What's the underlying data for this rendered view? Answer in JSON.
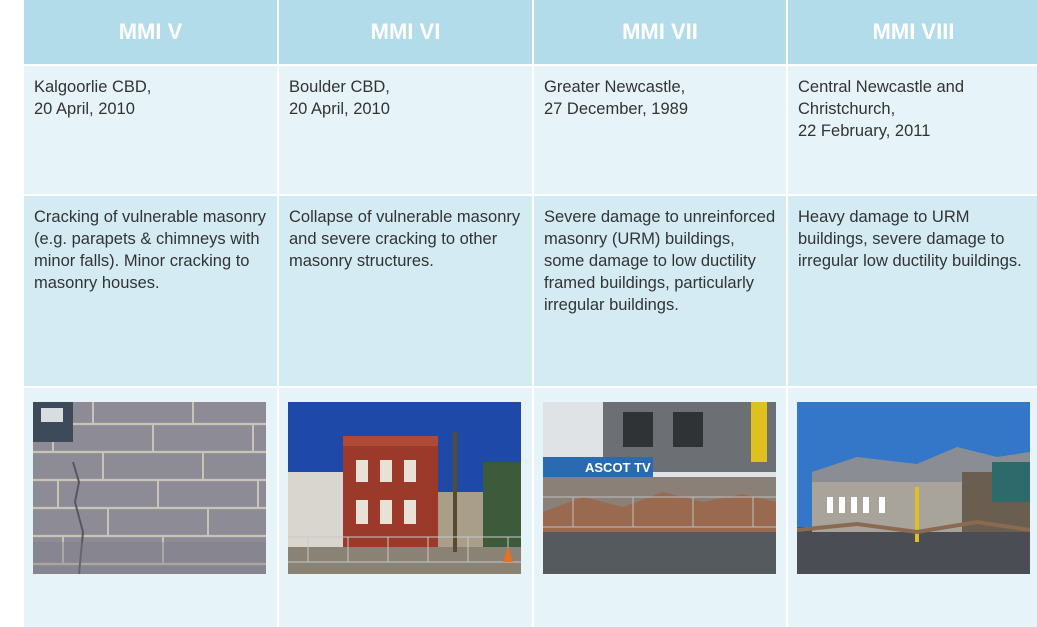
{
  "columns": [
    {
      "header": "MMI V",
      "location": [
        "Kalgoorlie CBD,",
        "20 April, 2010"
      ],
      "description": "Cracking of vulnerable masonry (e.g. parapets & chimneys with minor falls). Minor cracking to masonry houses.",
      "photo": "cracked-brick-wall-photo"
    },
    {
      "header": "MMI VI",
      "location": [
        "Boulder CBD,",
        "20 April, 2010"
      ],
      "description": "Collapse of vulnerable masonry and severe cracking to other masonry structures.",
      "photo": "damaged-brick-building-photo"
    },
    {
      "header": "MMI VII",
      "location": [
        "Greater Newcastle,",
        "27 December, 1989"
      ],
      "description": "Severe damage to unreinforced masonry (URM) buildings, some damage to low ductility framed buildings, particularly irregular buildings.",
      "photo": "collapsed-shopfront-photo",
      "sign_text": "ASCOT TV"
    },
    {
      "header": "MMI VIII",
      "location": [
        "Central Newcastle and",
        "Christchurch,",
        "22 February, 2011"
      ],
      "description": "Heavy damage to URM buildings, severe damage to irregular low ductility buildings.",
      "photo": "collapsed-roof-building-photo"
    }
  ],
  "colors": {
    "header_bg": "#b3dcea",
    "location_bg": "#e6f3f8",
    "description_bg": "#d4ebf4",
    "text": "#333333"
  }
}
